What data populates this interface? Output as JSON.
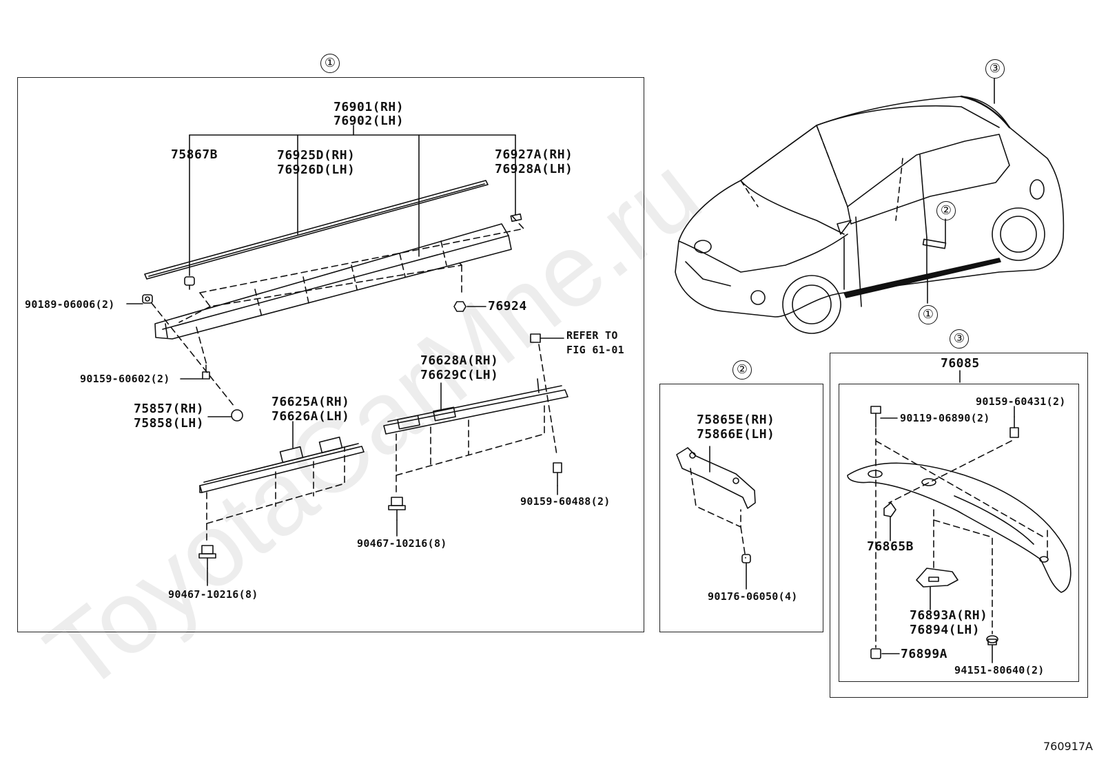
{
  "watermark": "ToyotaCarMne.ru",
  "diagram_code": "760917A",
  "group_markers": {
    "g1_top": "①",
    "g2_top": "②",
    "g3_top": "③",
    "car_g1": "①",
    "car_g2": "②",
    "car_g3": "③"
  },
  "group1": {
    "labels": {
      "p76901": "76901(RH)",
      "p76902": "76902(LH)",
      "p75867B": "75867B",
      "p76925D": "76925D(RH)",
      "p76926D": "76926D(LH)",
      "p76927A": "76927A(RH)",
      "p76928A": "76928A(LH)",
      "p90189": "90189-06006(2)",
      "p76924": "76924",
      "p90159_60602": "90159-60602(2)",
      "p75857": "75857(RH)",
      "p75858": "75858(LH)",
      "p76625A": "76625A(RH)",
      "p76626A": "76626A(LH)",
      "p76628A": "76628A(RH)",
      "p76629C": "76629C(LH)",
      "refer1": "REFER TO",
      "refer2": "FIG 61-01",
      "p90159_60488": "90159-60488(2)",
      "p90467_a": "90467-10216(8)",
      "p90467_b": "90467-10216(8)"
    }
  },
  "group2": {
    "labels": {
      "p75865E": "75865E(RH)",
      "p75866E": "75866E(LH)",
      "p90176": "90176-06050(4)"
    }
  },
  "group3": {
    "labels": {
      "p76085": "76085",
      "p90159_60431": "90159-60431(2)",
      "p90119": "90119-06890(2)",
      "p76865B": "76865B",
      "p76893A": "76893A(RH)",
      "p76894": "76894(LH)",
      "p76899A": "76899A",
      "p94151": "94151-80640(2)"
    }
  }
}
